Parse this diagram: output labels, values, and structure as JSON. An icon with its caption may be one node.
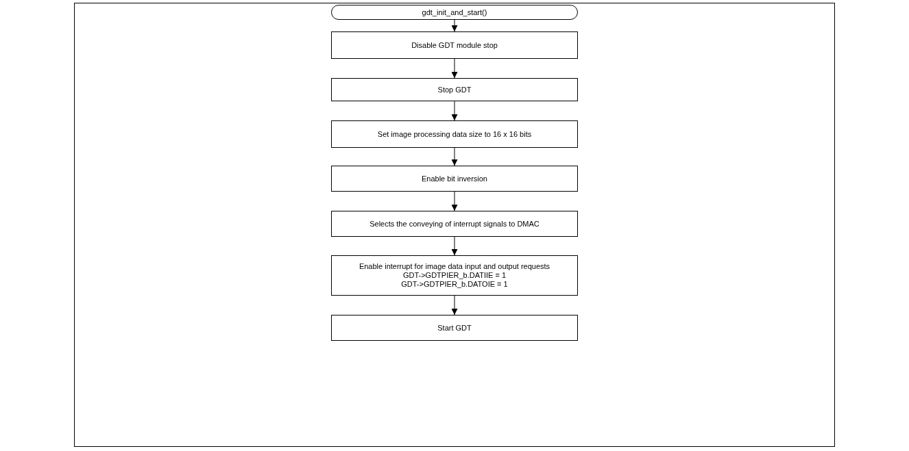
{
  "diagram": {
    "nodes": [
      {
        "text": [
          "gdt_init_and_start()"
        ]
      },
      {
        "text": [
          "Disable GDT module stop"
        ]
      },
      {
        "text": [
          "Stop GDT"
        ]
      },
      {
        "text": [
          "Set image processing data size to 16 x 16 bits"
        ]
      },
      {
        "text": [
          "Enable bit inversion"
        ]
      },
      {
        "text": [
          "Selects the conveying of interrupt signals to DMAC"
        ]
      },
      {
        "text": [
          "Enable interrupt for image data input and output requests",
          "GDT->GDTPIER_b.DATIIE = 1",
          "GDT->GDTPIER_b.DATOIE = 1"
        ]
      },
      {
        "text": [
          "Start GDT"
        ]
      }
    ],
    "edges": [
      {
        "from": 0,
        "to": 1,
        "arrow": "to"
      },
      {
        "from": 1,
        "to": 2,
        "arrow": "to"
      },
      {
        "from": 2,
        "to": 3,
        "arrow": "to"
      },
      {
        "from": 3,
        "to": 4,
        "arrow": "to"
      },
      {
        "from": 4,
        "to": 5,
        "arrow": "to"
      },
      {
        "from": 5,
        "to": 6,
        "arrow": "to"
      },
      {
        "from": 6,
        "to": 7,
        "arrow": "to"
      }
    ]
  }
}
